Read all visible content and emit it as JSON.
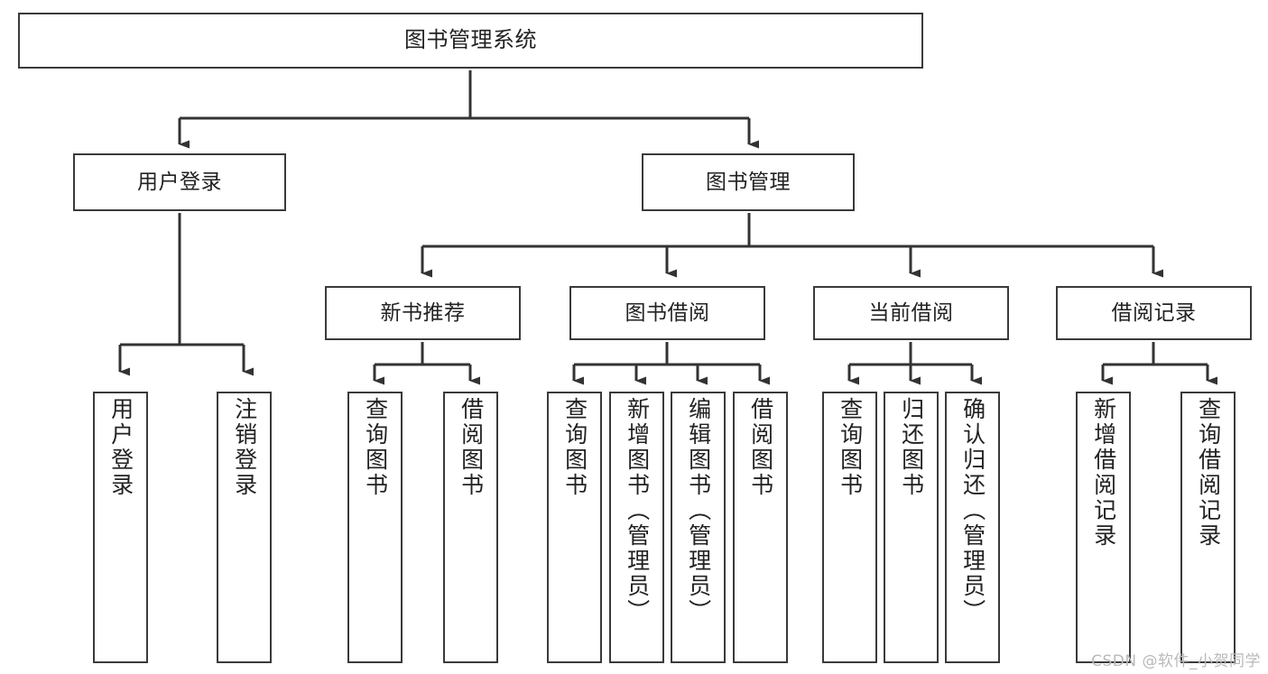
{
  "diagram": {
    "title": "图书管理系统",
    "type": "tree",
    "watermark": "CSDN @软件_小贺同学",
    "colors": {
      "background": "#ffffff",
      "box_border": "#3a3a3a",
      "box_fill": "#ffffff",
      "edge": "#333333",
      "text": "#222222",
      "watermark": "#b9b9b9"
    },
    "root": {
      "id": "root",
      "label": "图书管理系统"
    },
    "level2": [
      {
        "id": "l2-0",
        "label": "用户登录"
      },
      {
        "id": "l2-1",
        "label": "图书管理"
      }
    ],
    "level3": [
      {
        "id": "l3-0",
        "label": "新书推荐",
        "parent": "l2-1"
      },
      {
        "id": "l3-1",
        "label": "图书借阅",
        "parent": "l2-1"
      },
      {
        "id": "l3-2",
        "label": "当前借阅",
        "parent": "l2-1"
      },
      {
        "id": "l3-3",
        "label": "借阅记录",
        "parent": "l2-1"
      }
    ],
    "leaves": [
      {
        "id": "leaf-0",
        "label": "用户登录",
        "parent": "l2-0"
      },
      {
        "id": "leaf-1",
        "label": "注销登录",
        "parent": "l2-0"
      },
      {
        "id": "leaf-2",
        "label": "查询图书",
        "parent": "l3-0"
      },
      {
        "id": "leaf-3",
        "label": "借阅图书",
        "parent": "l3-0"
      },
      {
        "id": "leaf-4",
        "label": "查询图书",
        "parent": "l3-1"
      },
      {
        "id": "leaf-5",
        "label": "新增图书（管理员）",
        "parent": "l3-1"
      },
      {
        "id": "leaf-6",
        "label": "编辑图书（管理员）",
        "parent": "l3-1"
      },
      {
        "id": "leaf-7",
        "label": "借阅图书",
        "parent": "l3-1"
      },
      {
        "id": "leaf-8",
        "label": "查询图书",
        "parent": "l3-2"
      },
      {
        "id": "leaf-9",
        "label": "归还图书",
        "parent": "l3-2"
      },
      {
        "id": "leaf-10",
        "label": "确认归还（管理员）",
        "parent": "l3-2"
      },
      {
        "id": "leaf-11",
        "label": "新增借阅记录",
        "parent": "l3-3"
      },
      {
        "id": "leaf-12",
        "label": "查询借阅记录",
        "parent": "l3-3"
      }
    ]
  }
}
